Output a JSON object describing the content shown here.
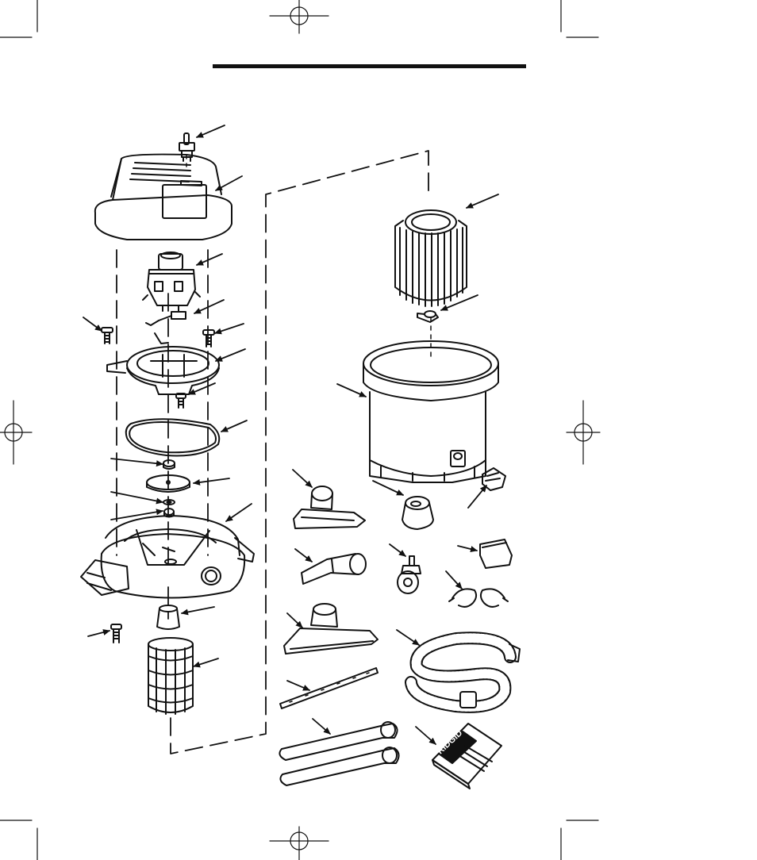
{
  "document": {
    "type": "parts-diagram",
    "ink_color": "#111111",
    "paper_color": "#ffffff"
  },
  "header": {
    "title_rule": "rule"
  },
  "manual": {
    "brand": "RIDGID"
  },
  "parts": [
    {
      "id": "switch",
      "icon": "toggle-switch"
    },
    {
      "id": "motor-cover",
      "icon": "motor-cover"
    },
    {
      "id": "motor",
      "icon": "motor"
    },
    {
      "id": "power-cord-connector",
      "icon": "cord-connector"
    },
    {
      "id": "screw-left",
      "icon": "screw"
    },
    {
      "id": "screw-right",
      "icon": "screw"
    },
    {
      "id": "motor-base",
      "icon": "motor-base"
    },
    {
      "id": "screw-center",
      "icon": "screw"
    },
    {
      "id": "gasket",
      "icon": "gasket"
    },
    {
      "id": "nut",
      "icon": "nut"
    },
    {
      "id": "float-disc",
      "icon": "float-disc"
    },
    {
      "id": "washer",
      "icon": "washer"
    },
    {
      "id": "lock-nut",
      "icon": "nut"
    },
    {
      "id": "lid",
      "icon": "lid"
    },
    {
      "id": "screw-bottom",
      "icon": "screw"
    },
    {
      "id": "float-retainer",
      "icon": "retainer"
    },
    {
      "id": "float-cage",
      "icon": "cage"
    },
    {
      "id": "cartridge-filter",
      "icon": "filter"
    },
    {
      "id": "filter-retainer",
      "icon": "retainer-nut"
    },
    {
      "id": "tank",
      "icon": "tank"
    },
    {
      "id": "drain-cap",
      "icon": "drain-cap"
    },
    {
      "id": "floor-nozzle",
      "icon": "floor-nozzle"
    },
    {
      "id": "caster-base",
      "icon": "caster-base"
    },
    {
      "id": "utility-nozzle",
      "icon": "utility-nozzle"
    },
    {
      "id": "caster",
      "icon": "caster"
    },
    {
      "id": "accessory-holder",
      "icon": "accessory-holder"
    },
    {
      "id": "clips",
      "icon": "clips"
    },
    {
      "id": "car-nozzle",
      "icon": "car-nozzle"
    },
    {
      "id": "hose",
      "icon": "hose"
    },
    {
      "id": "squeegee-strip",
      "icon": "strip"
    },
    {
      "id": "extension-wands",
      "icon": "wands"
    },
    {
      "id": "owners-manual",
      "icon": "manual"
    }
  ]
}
